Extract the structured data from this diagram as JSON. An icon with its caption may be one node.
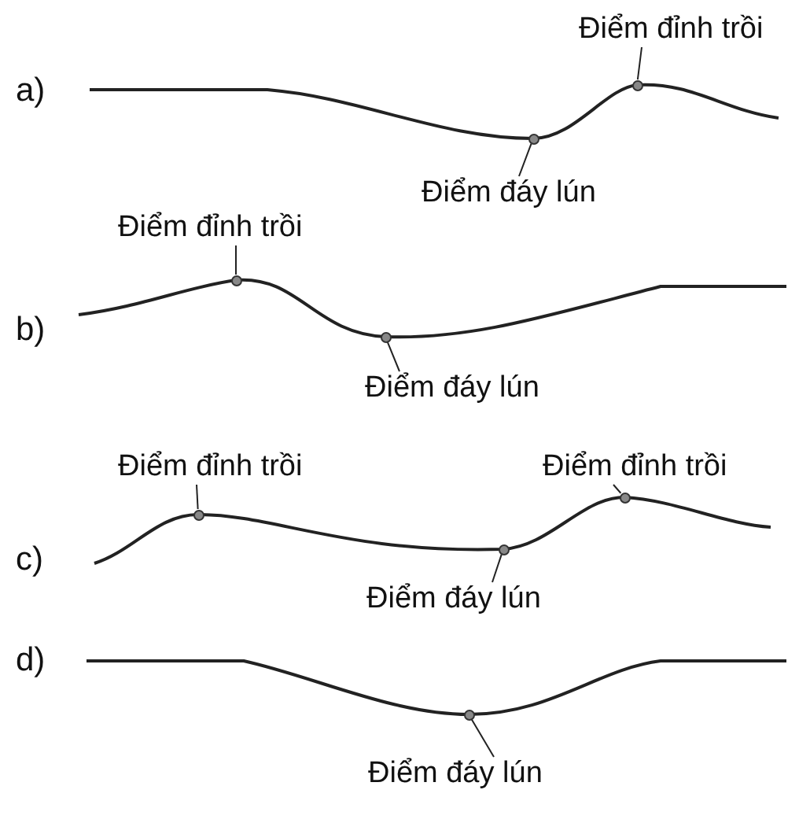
{
  "diagram": {
    "nodes": [
      {
        "text": [
          "Điểm đỉnh trồi"
        ]
      },
      {
        "text": [],
        "shape": "circle"
      },
      {
        "text": [],
        "shape": "circle"
      },
      {
        "text": [
          "Điểm đáy lún"
        ]
      },
      {
        "text": [
          "Điểm đỉnh trồi"
        ]
      },
      {
        "text": [],
        "shape": "circle"
      },
      {
        "text": [],
        "shape": "circle"
      },
      {
        "text": [
          "Điểm đáy lún"
        ]
      },
      {
        "text": [
          "Điểm đỉnh trồi"
        ]
      },
      {
        "text": [
          "Điểm đỉnh trồi"
        ]
      },
      {
        "text": [],
        "shape": "circle"
      },
      {
        "text": [],
        "shape": "circle"
      },
      {
        "text": [],
        "shape": "circle"
      },
      {
        "text": [
          "Điểm đáy lún"
        ]
      },
      {
        "text": [],
        "shape": "circle"
      },
      {
        "text": [
          "Điểm đáy lún"
        ]
      }
    ],
    "edges": [
      {
        "from": 0,
        "to": 1,
        "arrow": "none"
      },
      {
        "from": 3,
        "to": 2,
        "arrow": "none"
      },
      {
        "from": 4,
        "to": 5,
        "arrow": "none"
      },
      {
        "from": 7,
        "to": 6,
        "arrow": "none"
      },
      {
        "from": 8,
        "to": 10,
        "arrow": "none"
      },
      {
        "from": 9,
        "to": 11,
        "arrow": "none"
      },
      {
        "from": 13,
        "to": 12,
        "arrow": "none"
      },
      {
        "from": 15,
        "to": 14,
        "arrow": "none"
      }
    ],
    "labels": [
      "a)",
      "b)",
      "c)",
      "d)"
    ]
  }
}
